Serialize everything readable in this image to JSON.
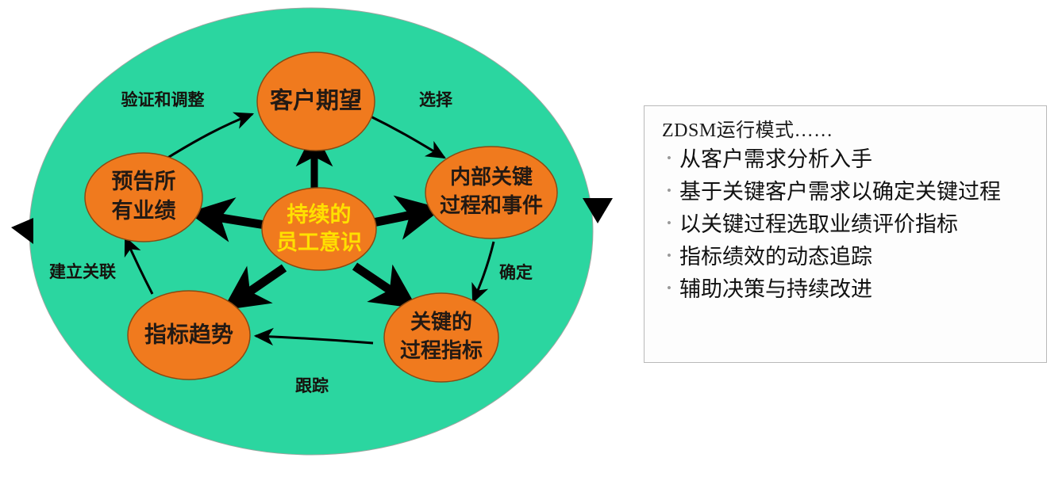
{
  "colors": {
    "outer_ellipse_fill": "#2BD6A0",
    "node_fill": "#F07A1E",
    "node_stroke": "#8B4A12",
    "arrow": "#000000",
    "center_text": "#FFE000",
    "node_text": "#231A14",
    "panel_border": "#B9B9B9",
    "panel_bg": "#FDFDFD",
    "bullet": "#9A9A9A"
  },
  "diagram": {
    "name": "ZDSM运行模式循环图",
    "center_node": {
      "id": "center",
      "lines": [
        "持续的",
        "员工意识"
      ],
      "text_color": "#FFE000"
    },
    "nodes": [
      {
        "id": "customer-expectation",
        "lines": [
          "客户期望"
        ]
      },
      {
        "id": "internal-key-process",
        "lines": [
          "内部关键",
          "过程和事件"
        ]
      },
      {
        "id": "key-process-indicator",
        "lines": [
          "关键的",
          "过程指标"
        ]
      },
      {
        "id": "indicator-trend",
        "lines": [
          "指标趋势"
        ]
      },
      {
        "id": "forecast-performance",
        "lines": [
          "预告所",
          "有业绩"
        ]
      }
    ],
    "edge_labels": [
      {
        "id": "verify-adjust",
        "text": "验证和调整"
      },
      {
        "id": "select",
        "text": "选择"
      },
      {
        "id": "determine",
        "text": "确定"
      },
      {
        "id": "track",
        "text": "跟踪"
      },
      {
        "id": "establish-link",
        "text": "建立关联"
      }
    ]
  },
  "panel": {
    "title": "ZDSM运行模式……",
    "bullet_glyph": "•",
    "items": [
      "从客户需求分析入手",
      "基于关键客户需求以确定关键过程",
      "以关键过程选取业绩评价指标",
      "指标绩效的动态追踪",
      "辅助决策与持续改进"
    ]
  }
}
